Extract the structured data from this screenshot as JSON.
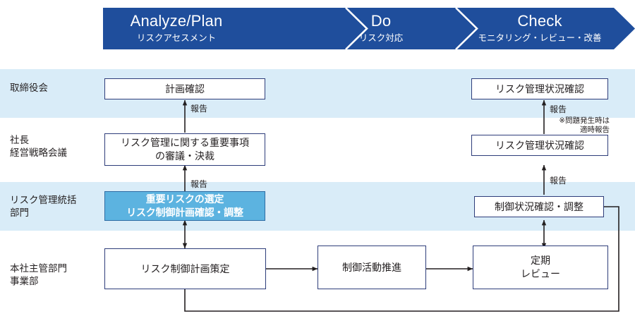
{
  "diagram": {
    "title": "Risk Management PDCA Process Flow",
    "colors": {
      "phase_band": "#1f4e9c",
      "row_band": "#d9ecf8",
      "node_border": "#2e3d7a",
      "accent_fill": "#5cb3e0",
      "accent_border": "#2e6ca4",
      "connector": "#231f20",
      "text": "#231f20"
    }
  },
  "phases": [
    {
      "en": "Analyze/Plan",
      "jp": "リスクアセスメント"
    },
    {
      "en": "Do",
      "jp": "リスク対応"
    },
    {
      "en": "Check",
      "jp": "モニタリング・レビュー・改善"
    }
  ],
  "lanes": [
    {
      "label": "取締役会"
    },
    {
      "label": "社長\n経営戦略会議"
    },
    {
      "label": "リスク管理統括\n部門"
    },
    {
      "label": "本社主管部門\n事業部"
    }
  ],
  "nodes": [
    {
      "id": "plan-confirm",
      "text": "計画確認"
    },
    {
      "id": "risk-status-board",
      "text": "リスク管理状況確認"
    },
    {
      "id": "deliberation",
      "text": "リスク管理に関する重要事項\nの審議・決裁"
    },
    {
      "id": "risk-status-ceo",
      "text": "リスク管理状況確認"
    },
    {
      "id": "key-risk-selection",
      "text": "重要リスクの選定\nリスク制御計画確認・調整"
    },
    {
      "id": "control-status-adj",
      "text": "制御状況確認・調整"
    },
    {
      "id": "control-plan",
      "text": "リスク制御計画策定"
    },
    {
      "id": "control-activity",
      "text": "制御活動推進"
    },
    {
      "id": "periodic-review",
      "text": "定期\nレビュー"
    }
  ],
  "edge_labels": [
    {
      "id": "report-board-left",
      "text": "報告"
    },
    {
      "id": "report-board-right",
      "text": "報告"
    },
    {
      "id": "report-ceo-left",
      "text": "報告"
    },
    {
      "id": "report-ceo-right",
      "text": "報告"
    }
  ],
  "notes": [
    {
      "id": "timely-report-note",
      "text": "※問題発生時は\n適時報告"
    }
  ]
}
